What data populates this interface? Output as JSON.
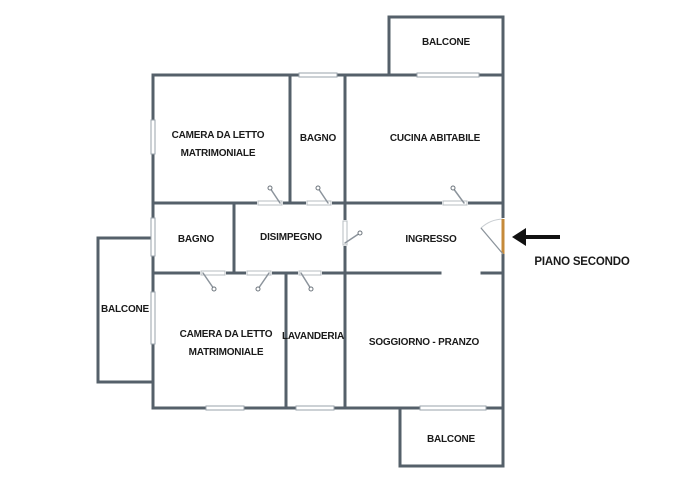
{
  "plan": {
    "floor_label": "PIANO SECONDO",
    "rooms": {
      "camera_1": [
        "CAMERA DA LETTO",
        "MATRIMONIALE"
      ],
      "bagno_1": "BAGNO",
      "cucina": "CUCINA ABITABILE",
      "balcone_top": "BALCONE",
      "bagno_2": "BAGNO",
      "disimpegno": "DISIMPEGNO",
      "ingresso": "INGRESSO",
      "balcone_left": "BALCONE",
      "camera_2": [
        "CAMERA DA LETTO",
        "MATRIMONIALE"
      ],
      "lavanderia": "LAVANDERIA",
      "soggiorno": "SOGGIORNO - PRANZO",
      "balcone_bottom": "BALCONE"
    },
    "colors": {
      "wall": "#55606a",
      "window": "#9aa3ab",
      "entrance_door": "#c58a3a",
      "arrow": "#111111"
    }
  }
}
